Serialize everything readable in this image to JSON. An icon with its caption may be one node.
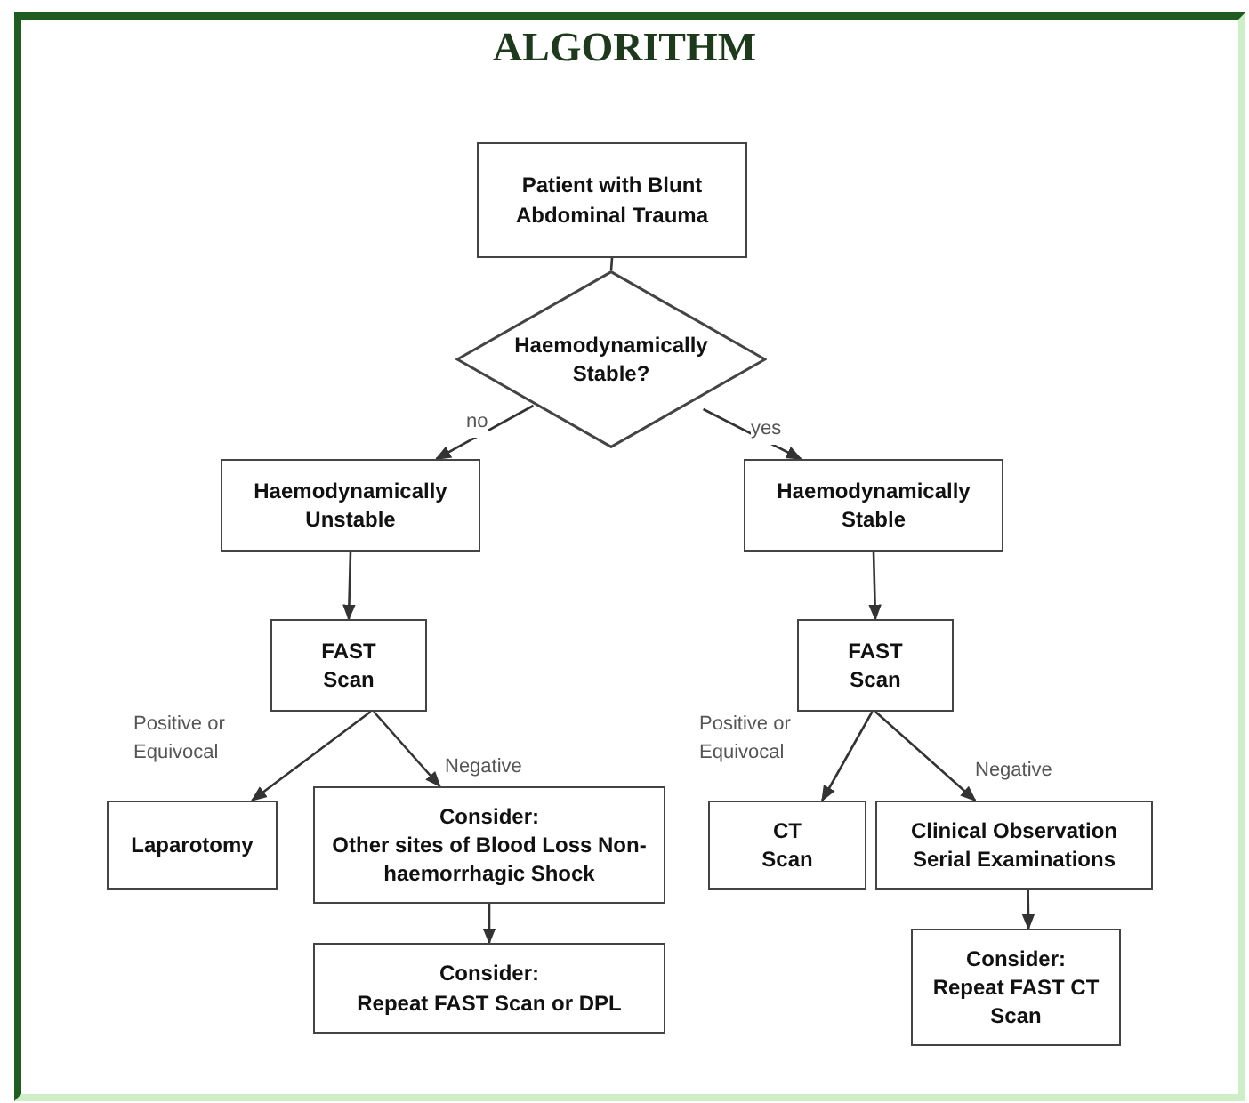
{
  "diagram": {
    "title": "ALGORITHM",
    "nodes": [
      {
        "text": [
          "Patient with Blunt Abdominal Trauma"
        ]
      },
      {
        "text": [
          "Haemodynamically Stable?"
        ]
      },
      {
        "text": [
          "Haemodynamically Unstable"
        ]
      },
      {
        "text": [
          "Haemodynamically Stable"
        ]
      },
      {
        "text": [
          "FAST Scan"
        ]
      },
      {
        "text": [
          "FAST Scan"
        ]
      },
      {
        "text": [
          "Laparotomy"
        ]
      },
      {
        "text": [
          "Consider:",
          "Other sites of Blood Loss Non-haemorrhagic Shock"
        ]
      },
      {
        "text": [
          "CT Scan"
        ]
      },
      {
        "text": [
          "Clinical Observation Serial Examinations"
        ]
      },
      {
        "text": [
          "Consider:",
          "Repeat FAST Scan or DPL"
        ]
      },
      {
        "text": [
          "Consider:",
          "Repeat FAST CT Scan"
        ]
      }
    ],
    "edges": [
      {
        "from": 0,
        "to": 1,
        "arrow": "none"
      },
      {
        "from": 1,
        "to": 2,
        "arrow": "to",
        "label": "no"
      },
      {
        "from": 1,
        "to": 3,
        "arrow": "to",
        "label": "yes"
      },
      {
        "from": 2,
        "to": 4,
        "arrow": "to"
      },
      {
        "from": 3,
        "to": 5,
        "arrow": "to"
      },
      {
        "from": 4,
        "to": 6,
        "arrow": "to",
        "label": "Positive or Equivocal"
      },
      {
        "from": 4,
        "to": 7,
        "arrow": "to",
        "label": "Negative"
      },
      {
        "from": 5,
        "to": 8,
        "arrow": "to",
        "label": "Positive or Equivocal"
      },
      {
        "from": 5,
        "to": 9,
        "arrow": "to",
        "label": "Negative"
      },
      {
        "from": 7,
        "to": 10,
        "arrow": "to"
      },
      {
        "from": 9,
        "to": 11,
        "arrow": "to"
      }
    ]
  }
}
